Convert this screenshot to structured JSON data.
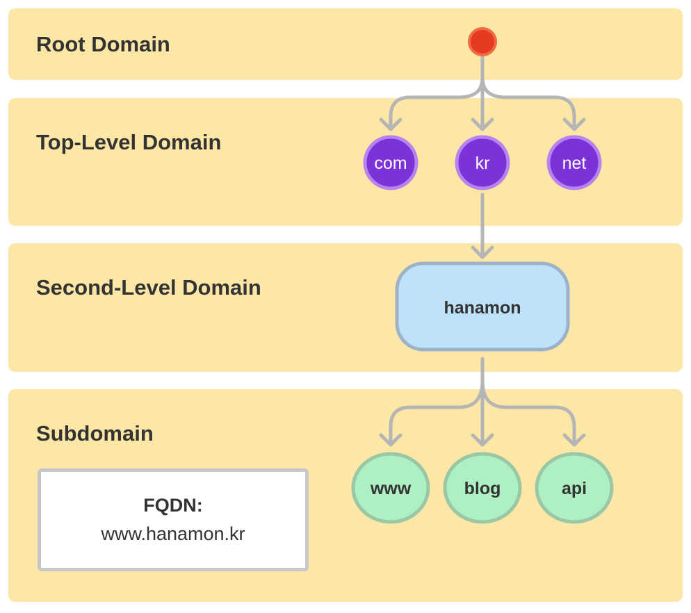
{
  "levels": [
    {
      "id": "root",
      "title": "Root Domain"
    },
    {
      "id": "tld",
      "title": "Top-Level Domain"
    },
    {
      "id": "sld",
      "title": "Second-Level Domain"
    },
    {
      "id": "sub",
      "title": "Subdomain"
    }
  ],
  "colors": {
    "band": "#fde7a6",
    "root_fill": "#e63b1f",
    "root_stroke": "#f06a45",
    "tld_fill": "#7b32d9",
    "tld_stroke": "#b784ee",
    "sld_fill": "#bfe2fb",
    "sld_stroke": "#9db2c8",
    "sub_fill": "#aeefc3",
    "sub_stroke": "#9ac7a6",
    "connector": "#b5b5b5"
  },
  "nodes": {
    "tld": [
      "com",
      "kr",
      "net"
    ],
    "sld": "hanamon",
    "sub": [
      "www",
      "blog",
      "api"
    ]
  },
  "fqdn": {
    "label": "FQDN:",
    "value": "www.hanamon.kr"
  }
}
